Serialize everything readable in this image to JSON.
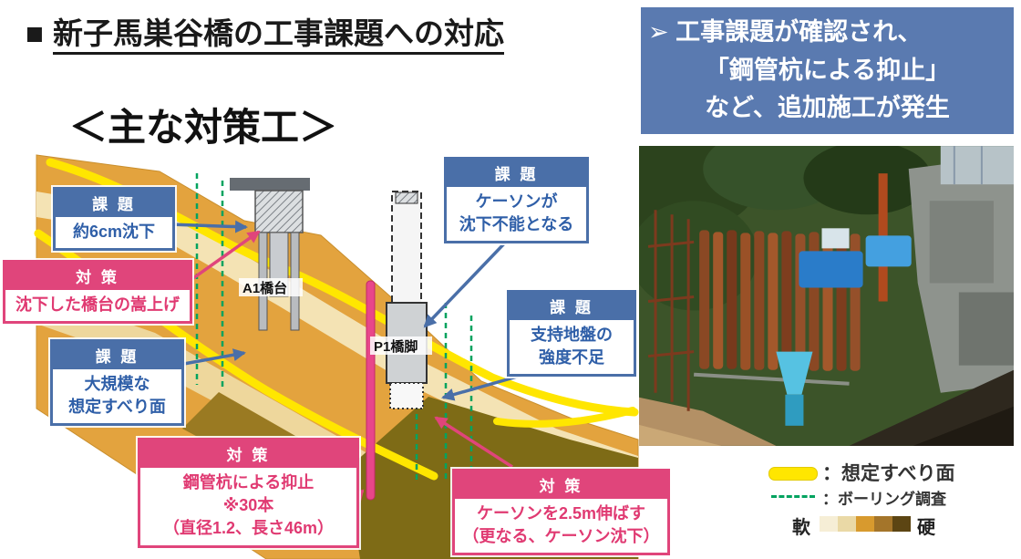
{
  "title": {
    "bullet": "■",
    "text": "新子馬巣谷橋の工事課題への対応"
  },
  "note": {
    "lines": [
      "➢ 工事課題が確認され、",
      "「鋼管杭による抑止」",
      "など、追加施工が発生"
    ]
  },
  "subtitle": "＜主な対策工＞",
  "diagram": {
    "labels": {
      "a1": "A1橋台",
      "p1": "P1橋脚"
    },
    "callouts": {
      "issue_settlement": {
        "header": "課 題",
        "lines": [
          "約6cm沈下"
        ]
      },
      "measure_raise": {
        "header": "対 策",
        "lines": [
          "沈下した橋台の嵩上げ"
        ]
      },
      "issue_slip": {
        "header": "課 題",
        "lines": [
          "大規模な",
          "想定すべり面"
        ]
      },
      "issue_caisson": {
        "header": "課 題",
        "lines": [
          "ケーソンが",
          "沈下不能となる"
        ]
      },
      "issue_bearing": {
        "header": "課 題",
        "lines": [
          "支持地盤の",
          "強度不足"
        ]
      },
      "measure_piles": {
        "header": "対 策",
        "lines": [
          "鋼管杭による抑止",
          "※30本",
          "（直径1.2、長さ46m）"
        ]
      },
      "measure_extend": {
        "header": "対 策",
        "lines": [
          "ケーソンを2.5m伸ばす",
          "（更なる、ケーソン沈下）"
        ]
      }
    }
  },
  "legend": {
    "slip_label": "：想定すべり面",
    "boring_label": "：ボーリング調査",
    "soft_label": "軟",
    "hard_label": "硬",
    "scale_colors": [
      "#f6eed6",
      "#ead9a6",
      "#d89a2e",
      "#a4752a",
      "#5c4513"
    ]
  },
  "colors": {
    "issue_blue": "#4a6fa8",
    "measure_pink": "#e0457b",
    "note_bg": "#5a7ab0",
    "slip_yellow": "#ffe600",
    "boring_green": "#00a35f",
    "ground_orange": "#e3a33e"
  }
}
